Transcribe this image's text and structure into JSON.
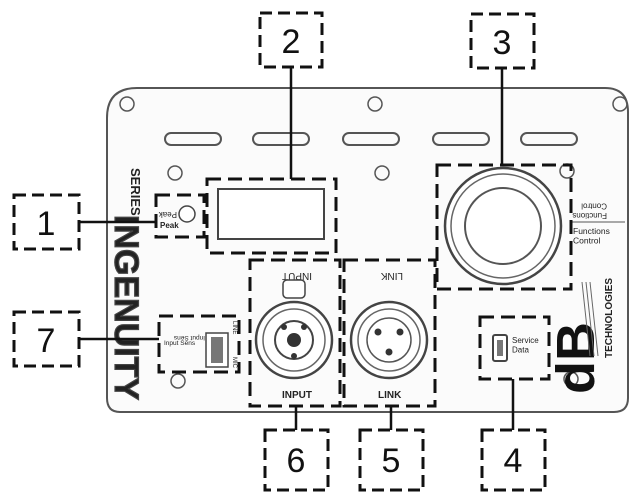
{
  "callouts": [
    {
      "number": "1"
    },
    {
      "number": "2"
    },
    {
      "number": "3"
    },
    {
      "number": "4"
    },
    {
      "number": "5"
    },
    {
      "number": "6"
    },
    {
      "number": "7"
    }
  ],
  "panel": {
    "series_text": "SERIES",
    "brand_vertical": "INGENUITY",
    "peak_label": "Peak",
    "peak_label_mirror": "Peak",
    "functions_control": "Functions\nControl",
    "functions_control_mirror": "Functions\nControl",
    "input_top": "INPUT",
    "input_bottom": "INPUT",
    "link_top": "LINK",
    "link_bottom": "LINK",
    "service_data": "Service\nData",
    "db_logo": "dB",
    "technologies": "TECHNOLOGIES",
    "switch_line": "LINE",
    "switch_mic": "MIC",
    "input_sens_1": "Input Sens",
    "input_sens_2": "Input Sens"
  }
}
